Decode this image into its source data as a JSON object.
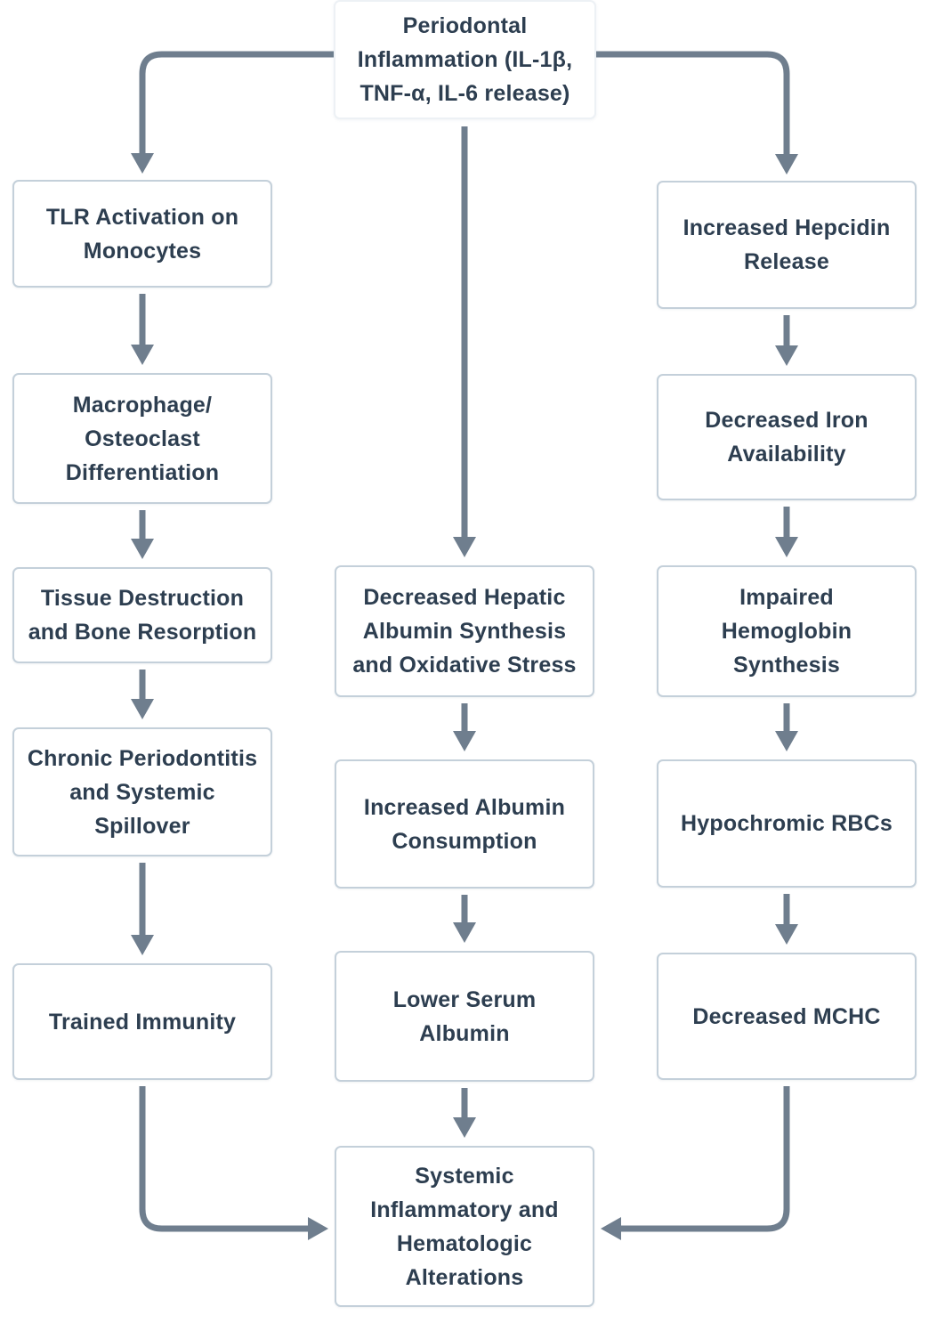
{
  "colors": {
    "arrow": "#6f7e8e",
    "box_border": "#c4d0da",
    "root_box_border": "#edf1f5",
    "text": "#2d3e50",
    "background": "#ffffff"
  },
  "flowchart": {
    "nodes": {
      "periodontal_inflammation": {
        "label": "Periodontal\nInflammation (IL-1β,\nTNF-α, IL-6 release)"
      },
      "tlr_activation": {
        "label": "TLR Activation on\nMonocytes"
      },
      "macrophage_osteoclast": {
        "label": "Macrophage/\nOsteoclast\nDifferentiation"
      },
      "tissue_destruction": {
        "label": "Tissue Destruction\nand Bone Resorption"
      },
      "chronic_periodontitis": {
        "label": "Chronic Periodontitis\nand Systemic\nSpillover"
      },
      "trained_immunity": {
        "label": "Trained Immunity"
      },
      "decreased_hepatic_albumin": {
        "label": "Decreased Hepatic\nAlbumin Synthesis\nand Oxidative Stress"
      },
      "increased_albumin_consumption": {
        "label": "Increased Albumin\nConsumption"
      },
      "lower_serum_albumin": {
        "label": "Lower Serum\nAlbumin"
      },
      "increased_hepcidin": {
        "label": "Increased Hepcidin\nRelease"
      },
      "decreased_iron": {
        "label": "Decreased Iron\nAvailability"
      },
      "impaired_hemoglobin": {
        "label": "Impaired\nHemoglobin\nSynthesis"
      },
      "hypochromic_rbcs": {
        "label": "Hypochromic RBCs"
      },
      "decreased_mchc": {
        "label": "Decreased MCHC"
      },
      "systemic_alterations": {
        "label": "Systemic\nInflammatory and\nHematologic\nAlterations"
      }
    },
    "edges": [
      {
        "from": "periodontal_inflammation",
        "to": "tlr_activation"
      },
      {
        "from": "periodontal_inflammation",
        "to": "decreased_hepatic_albumin"
      },
      {
        "from": "periodontal_inflammation",
        "to": "increased_hepcidin"
      },
      {
        "from": "tlr_activation",
        "to": "macrophage_osteoclast"
      },
      {
        "from": "macrophage_osteoclast",
        "to": "tissue_destruction"
      },
      {
        "from": "tissue_destruction",
        "to": "chronic_periodontitis"
      },
      {
        "from": "chronic_periodontitis",
        "to": "trained_immunity"
      },
      {
        "from": "trained_immunity",
        "to": "systemic_alterations"
      },
      {
        "from": "decreased_hepatic_albumin",
        "to": "increased_albumin_consumption"
      },
      {
        "from": "increased_albumin_consumption",
        "to": "lower_serum_albumin"
      },
      {
        "from": "lower_serum_albumin",
        "to": "systemic_alterations"
      },
      {
        "from": "increased_hepcidin",
        "to": "decreased_iron"
      },
      {
        "from": "decreased_iron",
        "to": "impaired_hemoglobin"
      },
      {
        "from": "impaired_hemoglobin",
        "to": "hypochromic_rbcs"
      },
      {
        "from": "hypochromic_rbcs",
        "to": "decreased_mchc"
      },
      {
        "from": "decreased_mchc",
        "to": "systemic_alterations"
      }
    ]
  }
}
